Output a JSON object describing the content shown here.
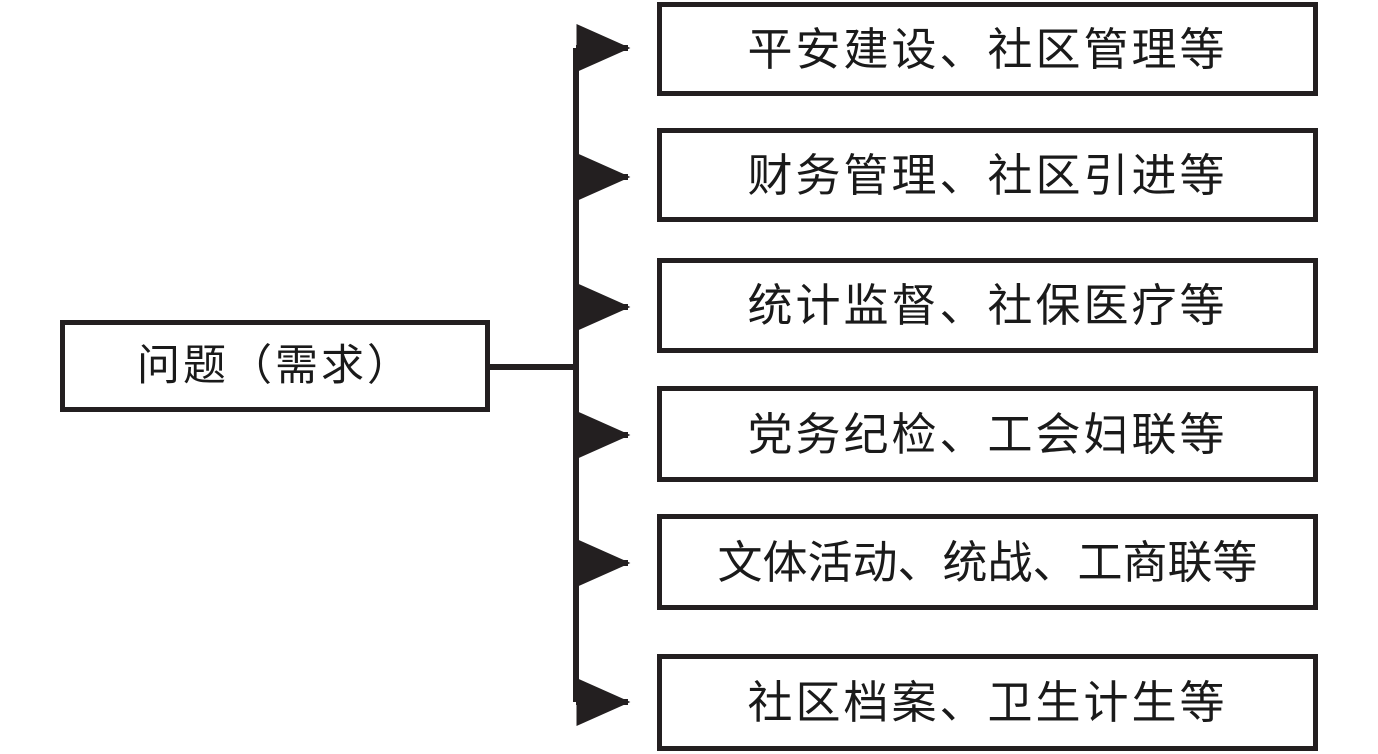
{
  "diagram": {
    "type": "tree-branching-diagram",
    "orientation": "left-to-right",
    "colors": {
      "stroke": "#231f20",
      "text": "#1a1a1a",
      "background": "#ffffff"
    },
    "root": {
      "label": "问题（需求）"
    },
    "branches": [
      {
        "label": "平安建设、社区管理等"
      },
      {
        "label": "财务管理、社区引进等"
      },
      {
        "label": "统计监督、社保医疗等"
      },
      {
        "label": "党务纪检、工会妇联等"
      },
      {
        "label": "文体活动、统战、工商联等"
      },
      {
        "label": "社区档案、卫生计生等"
      }
    ]
  }
}
